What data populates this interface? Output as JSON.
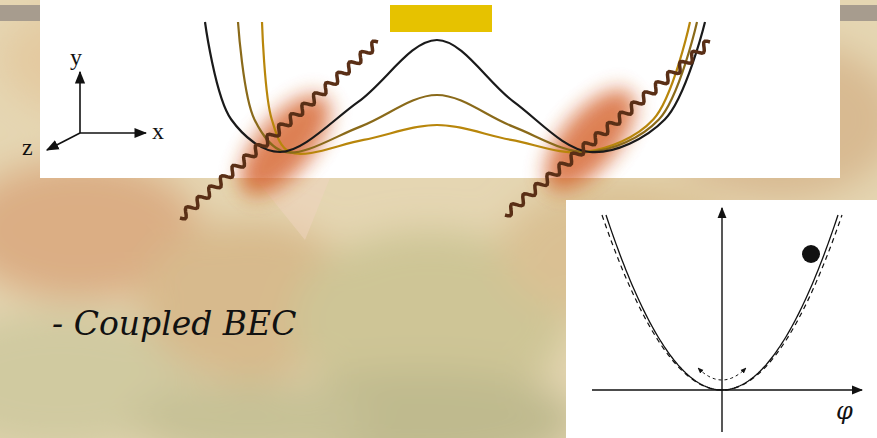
{
  "diagram": {
    "labels": [
      "y",
      "x",
      "z",
      "- Coupled BEC",
      "φ"
    ]
  }
}
